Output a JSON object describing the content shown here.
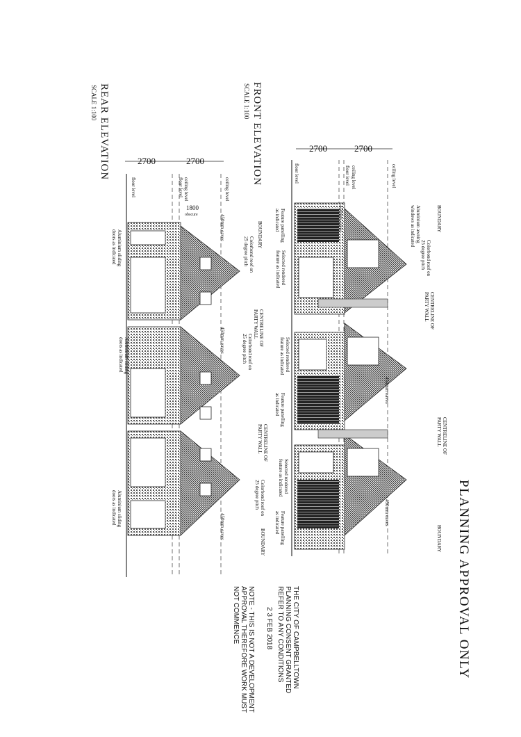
{
  "title": "PLANNING APPROVAL ONLY",
  "front": {
    "heading": "FRONT ELEVATION",
    "scale": "SCALE 1:100",
    "dims": [
      "2700",
      "2700"
    ],
    "levels": {
      "floor": "floor level",
      "ceiling1": "floor level\nceiling level",
      "ceiling2": "ceiling level"
    },
    "notes": {
      "boundary": "BOUNDARY",
      "centreline": "CENTRELINE OF\nPARTY WALL",
      "colorbond": "Colorbond roof on\n25 degree pitch",
      "awning": "Aluminium awning\nwindows as indicated",
      "eaves": "450mm eaves",
      "render": "Selected rendered\nfeature as indicated",
      "panelling": "Feature panelling\nas indicated"
    }
  },
  "rear": {
    "heading": "REAR ELEVATION",
    "scale": "SCALE 1:100",
    "dims": [
      "2700",
      "2700"
    ],
    "sill": "1800",
    "obscure": "obscure",
    "levels": {
      "floor": "floor level",
      "ceiling1": "floor level\nceiling level",
      "ceiling2": "ceiling level"
    },
    "notes": {
      "boundary": "BOUNDARY",
      "centreline": "CENTRELINE OF\nPARTY WALL",
      "colorbond": "Colorbond roof on\n25 degree pitch",
      "sliding": "Aluminium sliding\ndoors as indicated",
      "eaves": "450mm eaves"
    }
  },
  "stamp": {
    "lines": [
      "THE CITY OF CAMPBELLTOWN",
      "PLANNING CONSENT GRANTED",
      "REFER TO ANY CONDITIONS"
    ],
    "date": "2 3 FEB 2018",
    "note": [
      "NOTE - THIS IS NOT A DEVELOPMENT",
      "APPROVAL THEREFORE WORK MUST",
      "NOT COMMENCE"
    ]
  }
}
